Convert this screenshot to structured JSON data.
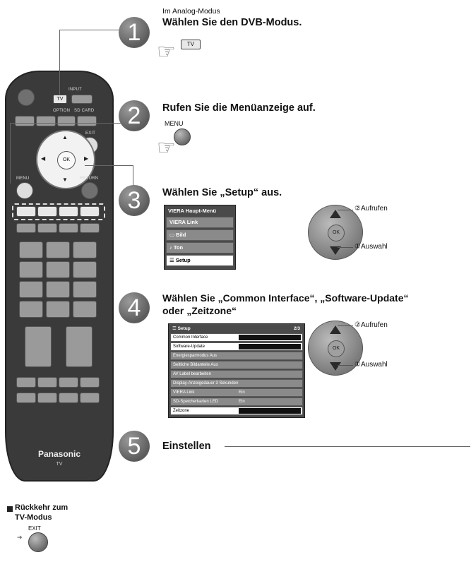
{
  "step1": {
    "number": "1",
    "subtitle": "Im Analog-Modus",
    "title": "Wählen Sie den DVB-Modus.",
    "key_label": "TV"
  },
  "step2": {
    "number": "2",
    "title": "Rufen Sie die Menüanzeige auf.",
    "key_label": "MENU"
  },
  "step3": {
    "number": "3",
    "title": "Wählen Sie „Setup“ aus.",
    "menu_title": "VIERA Haupt-Menü",
    "menu_items": [
      {
        "label": "VIERA Link",
        "selected": false
      },
      {
        "label": "Bild",
        "selected": false
      },
      {
        "label": "Ton",
        "selected": false
      },
      {
        "label": "Setup",
        "selected": true
      }
    ],
    "label_up": "②Aufrufen",
    "label_down": "①Auswahl",
    "ok_label": "OK"
  },
  "step4": {
    "number": "4",
    "title_line1": "Wählen Sie „Common Interface“, „Software-Update“",
    "title_line2": "oder „Zeitzone“",
    "menu_title": "Setup",
    "page": "2/3",
    "menu_items": [
      {
        "label": "Common Interface",
        "value": "",
        "highlight": true
      },
      {
        "label": "Software-Update",
        "value": "",
        "highlight": true
      },
      {
        "label": "Energiesparmodus",
        "value": "Aus",
        "highlight": false
      },
      {
        "label": "Seitliche Bildanteile",
        "value": "Aus",
        "highlight": false
      },
      {
        "label": "AV Label bearbeiten",
        "value": "",
        "highlight": false
      },
      {
        "label": "Display-Anzeigedauer",
        "value": "3 Sekunden",
        "highlight": false
      },
      {
        "label": "VIERA Link",
        "value": "Ein",
        "highlight": false
      },
      {
        "label": "SD-Speicherkarten LED",
        "value": "Ein",
        "highlight": false
      },
      {
        "label": "Zeitzone",
        "value": "",
        "highlight": true
      }
    ],
    "label_up": "②Aufrufen",
    "label_down": "①Auswahl",
    "ok_label": "OK"
  },
  "step5": {
    "number": "5",
    "title": "Einstellen"
  },
  "remote": {
    "tv_key": "TV",
    "input_label": "INPUT",
    "option_label": "OPTION",
    "sdcard_label": "SD CARD",
    "exit_label": "EXIT",
    "menu_label": "MENU",
    "return_label": "RETURN",
    "ok_label": "OK",
    "brand": "Panasonic",
    "brand_sub": "TV"
  },
  "footer": {
    "line1": "Rückkehr zum",
    "line2": "TV-Modus",
    "exit_label": "EXIT"
  }
}
